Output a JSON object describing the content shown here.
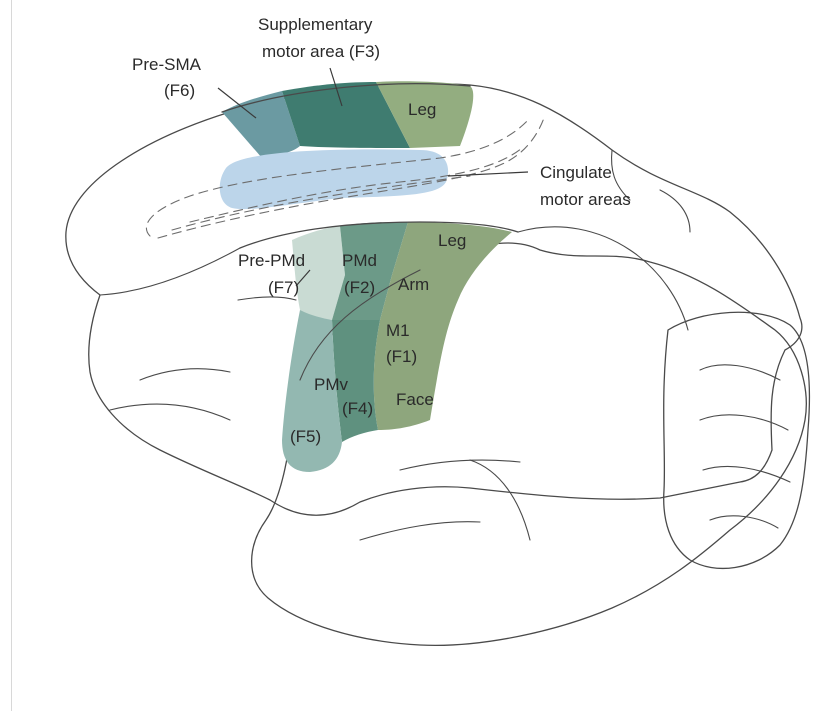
{
  "labels": {
    "pre_sma": [
      "Pre-SMA",
      "(F6)"
    ],
    "sma": [
      "Supplementary",
      "motor area (F3)"
    ],
    "sma_leg": "Leg",
    "cingulate": [
      "Cingulate",
      "motor areas"
    ],
    "pre_pmd": [
      "Pre-PMd",
      "(F7)"
    ],
    "pmd": [
      "PMd",
      "(F2)"
    ],
    "m1_leg": "Leg",
    "m1_arm": "Arm",
    "m1": [
      "M1",
      "(F1)"
    ],
    "pmv": [
      "PMv",
      "(F4)"
    ],
    "m1_face": "Face",
    "f5": "(F5)"
  },
  "colors": {
    "background": "#ffffff",
    "cortex": "#fbe6cf",
    "outline": "#4a4a4a",
    "pre_sma_fill": "#6b9aa2",
    "sma_fill": "#3f7c70",
    "sma_leg_fill": "#93ad80",
    "cingulate_fill": "#bcd5ea",
    "pre_pmd_fill": "#c9dbd3",
    "pmd_fill": "#6c9a88",
    "m1_fill": "#8ea67d",
    "pmv_f4_fill": "#5f917f",
    "f5_fill": "#93b8b1"
  }
}
